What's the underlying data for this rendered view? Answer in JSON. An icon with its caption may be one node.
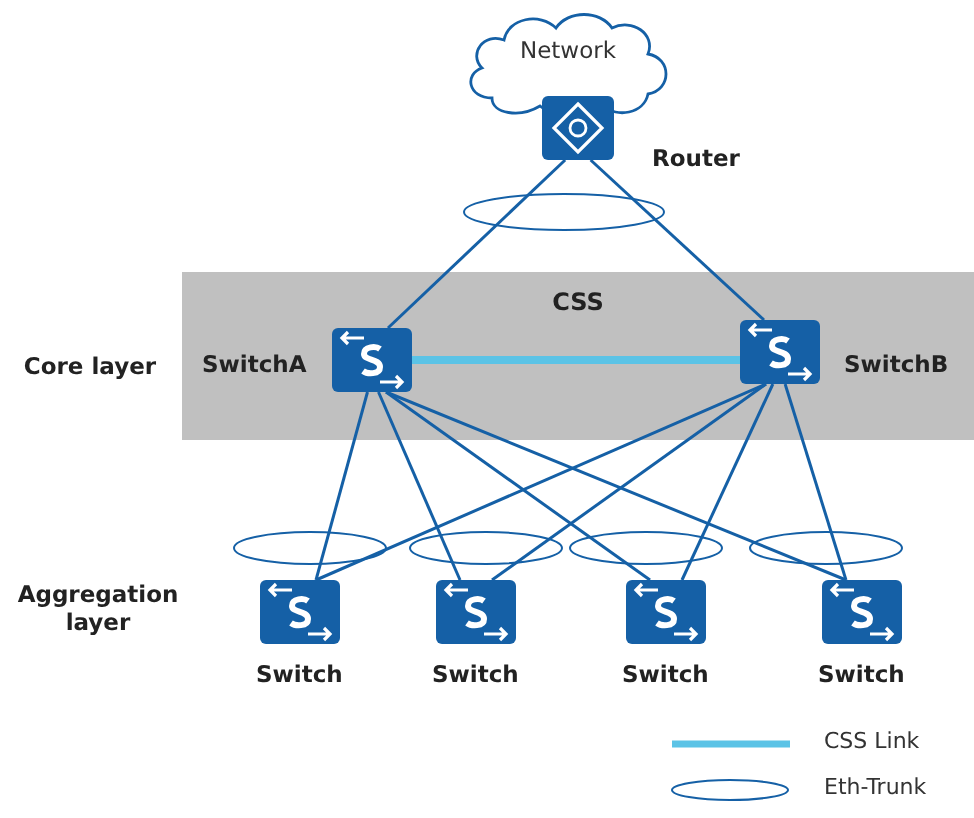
{
  "diagram": {
    "nodes": [
      {
        "text": [
          "Network"
        ]
      },
      {
        "text": [],
        "shape": "box",
        "beside": [
          "Router"
        ]
      },
      {
        "text": [
          "CSS"
        ]
      },
      {
        "text": [],
        "shape": "box",
        "in": 2,
        "beside": [
          "SwitchA"
        ]
      },
      {
        "text": [],
        "shape": "box",
        "in": 2,
        "beside": [
          "SwitchB"
        ]
      },
      {
        "text": [],
        "shape": "box",
        "beside": [
          "Switch"
        ]
      },
      {
        "text": [],
        "shape": "box",
        "beside": [
          "Switch"
        ]
      },
      {
        "text": [],
        "shape": "box",
        "beside": [
          "Switch"
        ]
      },
      {
        "text": [],
        "shape": "box",
        "beside": [
          "Switch"
        ]
      }
    ],
    "edges": [
      {
        "from": 1,
        "to": 3,
        "arrow": "none"
      },
      {
        "from": 1,
        "to": 4,
        "arrow": "none"
      },
      {
        "from": 3,
        "to": 4,
        "arrow": "none",
        "style": "thick",
        "color": "#5bc3e6"
      },
      {
        "from": 3,
        "to": 5,
        "arrow": "none"
      },
      {
        "from": 3,
        "to": 6,
        "arrow": "none"
      },
      {
        "from": 3,
        "to": 7,
        "arrow": "none"
      },
      {
        "from": 3,
        "to": 8,
        "arrow": "none"
      },
      {
        "from": 4,
        "to": 5,
        "arrow": "none"
      },
      {
        "from": 4,
        "to": 6,
        "arrow": "none"
      },
      {
        "from": 4,
        "to": 7,
        "arrow": "none"
      },
      {
        "from": 4,
        "to": 8,
        "arrow": "none"
      }
    ],
    "labels": [
      "Core layer",
      "Aggregation layer"
    ],
    "legend": [
      {
        "text": "CSS Link"
      },
      {
        "text": "Eth-Trunk"
      }
    ]
  }
}
